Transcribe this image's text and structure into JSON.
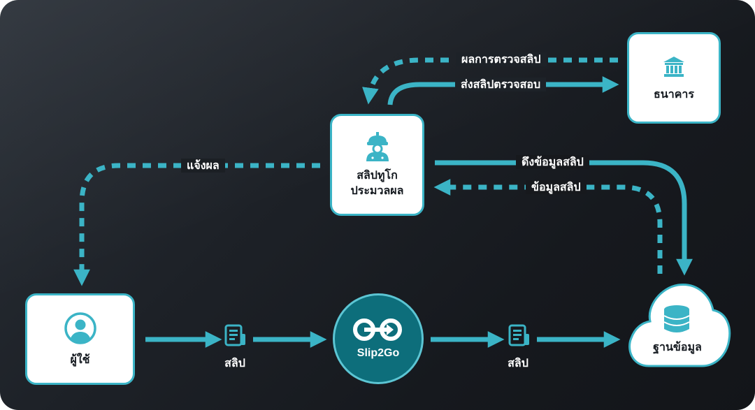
{
  "nodes": {
    "user": {
      "label": "ผู้ใช้",
      "icon": "user-avatar-icon"
    },
    "hub": {
      "label": "Slip2Go",
      "icon": "slip2go-logo-icon"
    },
    "processor": {
      "line1": "สลิปทูโก",
      "line2": "ประมวลผล",
      "icon": "robot-icon"
    },
    "bank": {
      "label": "ธนาคาร",
      "icon": "bank-icon"
    },
    "database": {
      "label": "ฐานข้อมูล",
      "icon": "database-icon"
    }
  },
  "edges": {
    "verify_result": "ผลการตรวจสลิป",
    "send_slip": "ส่งสลิปตรวจสอบ",
    "notify": "แจ้งผล",
    "fetch_slip_data": "ดึงข้อมูลสลิป",
    "slip_data": "ข้อมูลสลิป",
    "slip_left": "สลิป",
    "slip_right": "สลิป"
  },
  "colors": {
    "accent": "#3bb4c6",
    "hub_fill": "#0d6e7b",
    "background": "#1b1f24",
    "node_fill": "#ffffff"
  }
}
